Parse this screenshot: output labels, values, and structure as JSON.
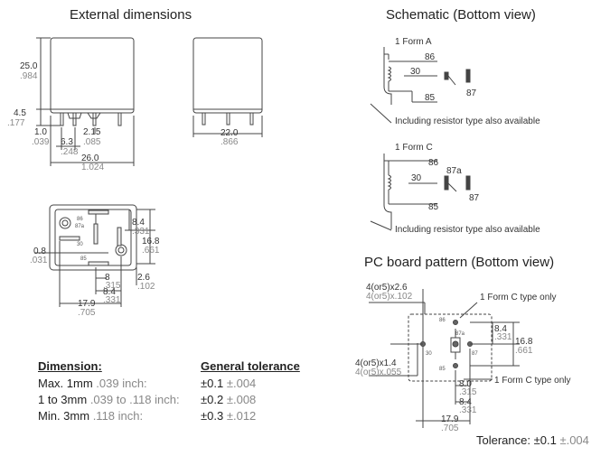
{
  "titles": {
    "external": "External dimensions",
    "schematic": "Schematic (Bottom view)",
    "pcb": "PC board pattern (Bottom view)"
  },
  "external_dims": {
    "height_mm": "25.0",
    "height_in": ".984",
    "pin_len_mm": "4.5",
    "pin_len_in": ".177",
    "pin_w_mm": "1.0",
    "pin_w_in": ".039",
    "pitch_mm": "6.3",
    "pitch_in": ".248",
    "term_mm": "2.15",
    "term_in": ".085",
    "width_mm": "26.0",
    "width_in": "1.024",
    "depth_mm": "22.0",
    "depth_in": ".866"
  },
  "bottom_dims": {
    "d1_mm": "8.4",
    "d1_in": ".331",
    "d2_mm": "16.8",
    "d2_in": ".661",
    "d3_mm": "0.8",
    "d3_in": ".031",
    "d4_mm": "2.6",
    "d4_in": ".102",
    "d5_mm": "8",
    "d5_in": ".315",
    "d6_mm": "8.4",
    "d6_in": ".331",
    "d7_mm": "17.9",
    "d7_in": ".705",
    "tiny": [
      "86",
      "87a",
      "30",
      "85"
    ]
  },
  "schematic": {
    "form_a": {
      "label": "1 Form A",
      "pins": [
        "86",
        "30",
        "85",
        "87"
      ],
      "note": "Including resistor type also available"
    },
    "form_c": {
      "label": "1 Form C",
      "pins": [
        "86",
        "87a",
        "30",
        "85",
        "87"
      ],
      "note": "Including resistor type also available"
    }
  },
  "pcb": {
    "hole_top_mm": "4(or5)x2.6",
    "hole_top_in": "4(or5)x.102",
    "hole_bot_mm": "4(or5)x1.4",
    "hole_bot_in": "4(or5)x.055",
    "note_top": "1 Form C type only",
    "note_bot": "1 Form C type only",
    "d1_mm": "8.4",
    "d1_in": ".331",
    "d2_mm": "16.8",
    "d2_in": ".661",
    "d3_mm": "8.0",
    "d3_in": ".315",
    "d4_mm": "8.4",
    "d4_in": ".331",
    "d5_mm": "17.9",
    "d5_in": ".705",
    "pins": [
      "86",
      "87a",
      "30",
      "85",
      "87"
    ]
  },
  "tolerance_table": {
    "col1_header": "Dimension:",
    "col2_header": "General tolerance",
    "rows": [
      {
        "dim_mm": "Max. 1mm",
        "dim_in": ".039 inch:",
        "tol_mm": "±0.1",
        "tol_in": "±.004"
      },
      {
        "dim_mm": "1 to 3mm",
        "dim_in": ".039 to .118 inch:",
        "tol_mm": "±0.2",
        "tol_in": "±.008"
      },
      {
        "dim_mm": "Min. 3mm",
        "dim_in": ".118 inch:",
        "tol_mm": "±0.3",
        "tol_in": "±.012"
      }
    ]
  },
  "footer": {
    "label": "Tolerance:",
    "mm": "±0.1",
    "in": "±.004"
  }
}
